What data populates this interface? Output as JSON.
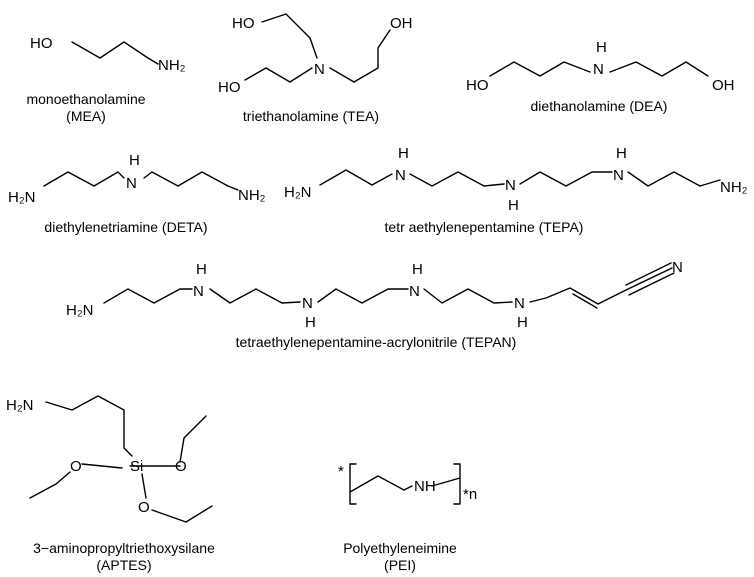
{
  "molecules": {
    "mea": {
      "line1": "monoethanolamine",
      "line2": "(MEA)"
    },
    "tea": {
      "line1": "triethanolamine (TEA)"
    },
    "dea": {
      "line1": "diethanolamine (DEA)"
    },
    "deta": {
      "line1": "diethylenetriamine (DETA)"
    },
    "tepa": {
      "line1": "tetr aethylenepentamine (TEPA)"
    },
    "tepan": {
      "line1": "tetraethylenepentamine-acrylonitrile (TEPAN)"
    },
    "aptes": {
      "line1": "3−aminopropyltriethoxysilane",
      "line2": "(APTES)"
    },
    "pei": {
      "line1": "Polyethyleneimine",
      "line2": "(PEI)"
    }
  },
  "atoms": {
    "ho": "HO",
    "oh": "OH",
    "n": "N",
    "h": "H",
    "nh": "NH",
    "o": "O",
    "si": "Si",
    "h2n": "H₂N",
    "nh2": "NH₂",
    "star": "*",
    "star_n": "*n"
  }
}
